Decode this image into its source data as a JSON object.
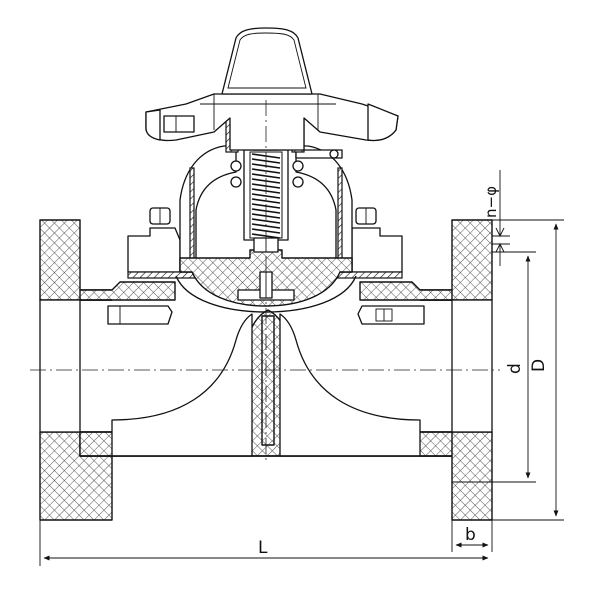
{
  "figure": {
    "dimension_labels": {
      "length": "L",
      "flange_thickness": "b",
      "bore": "d",
      "flange_outer": "D",
      "bolt_holes": "n−φ"
    }
  }
}
